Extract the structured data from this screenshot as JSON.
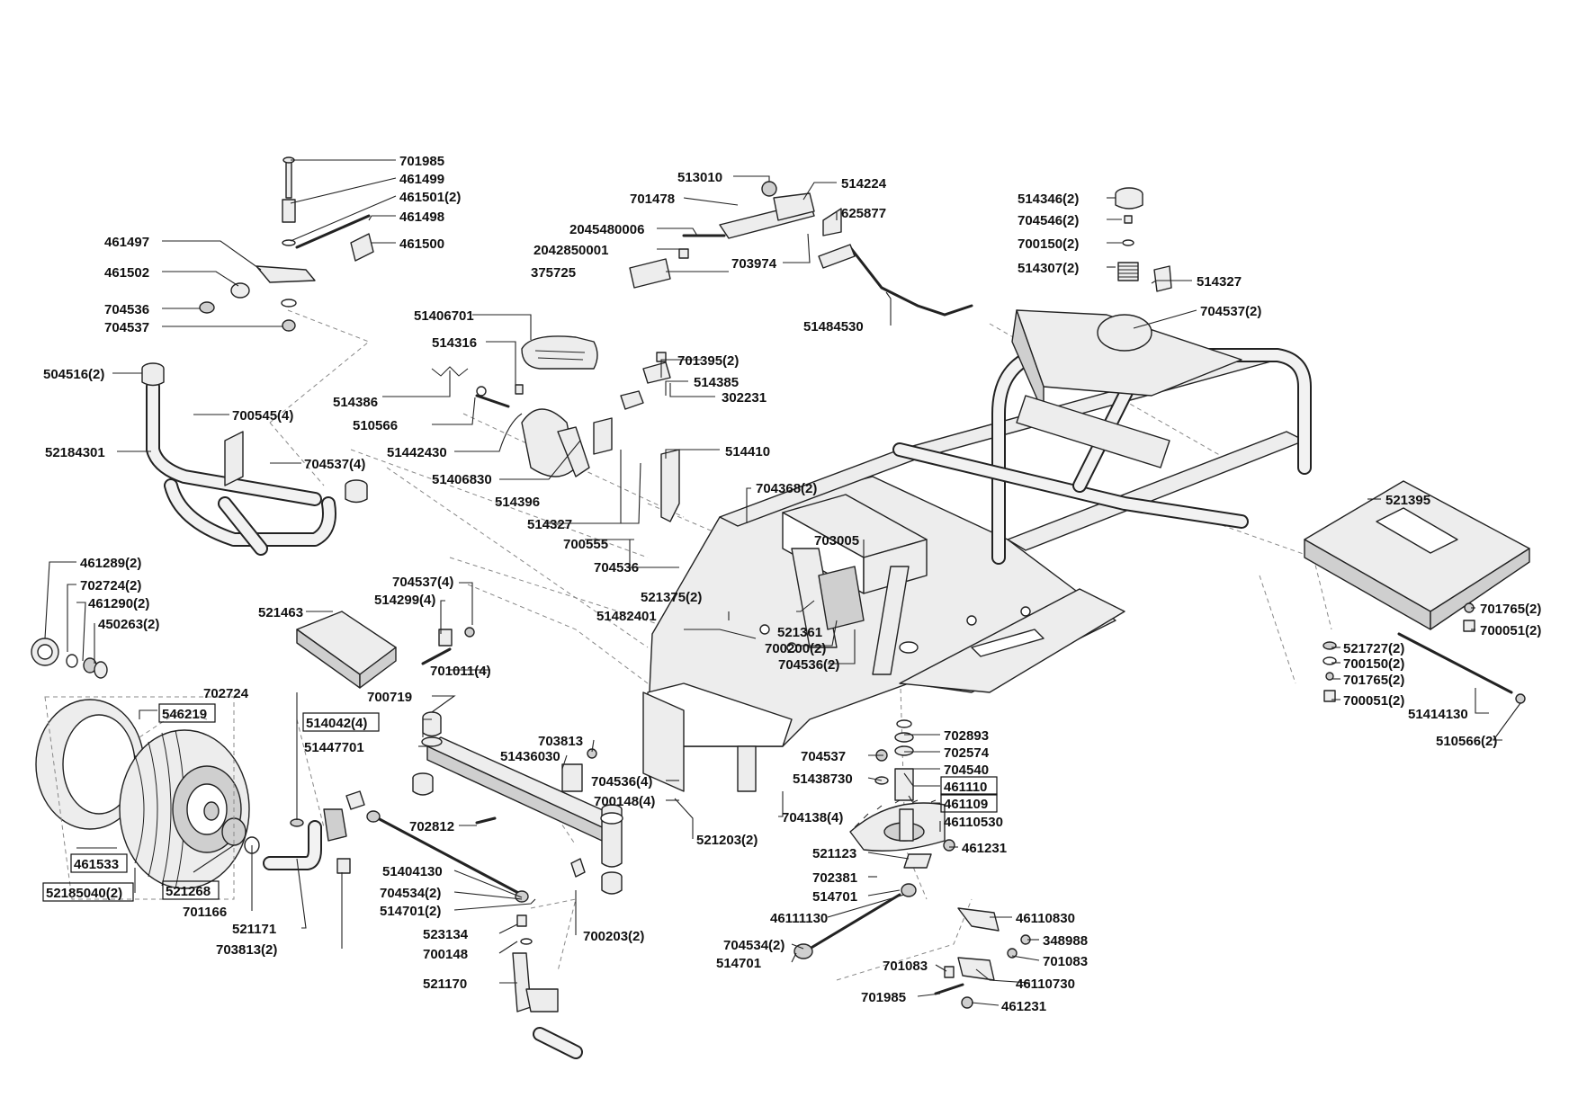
{
  "diagram": {
    "labels": [
      {
        "id": "l01",
        "text": "701985",
        "boxed": false
      },
      {
        "id": "l02",
        "text": "461499",
        "boxed": false
      },
      {
        "id": "l03",
        "text": "461501(2)",
        "boxed": false
      },
      {
        "id": "l04",
        "text": "461498",
        "boxed": false
      },
      {
        "id": "l05",
        "text": "461497",
        "boxed": false
      },
      {
        "id": "l06",
        "text": "461500",
        "boxed": false
      },
      {
        "id": "l07",
        "text": "461502",
        "boxed": false
      },
      {
        "id": "l08",
        "text": "704536",
        "boxed": false
      },
      {
        "id": "l09",
        "text": "704537",
        "boxed": false
      },
      {
        "id": "l10",
        "text": "504516(2)",
        "boxed": false
      },
      {
        "id": "l11",
        "text": "700545(4)",
        "boxed": false
      },
      {
        "id": "l12",
        "text": "52184301",
        "boxed": false
      },
      {
        "id": "l13",
        "text": "704537(4)",
        "boxed": false
      },
      {
        "id": "l14",
        "text": "513010",
        "boxed": false
      },
      {
        "id": "l15",
        "text": "514224",
        "boxed": false
      },
      {
        "id": "l16",
        "text": "701478",
        "boxed": false
      },
      {
        "id": "l17",
        "text": "625877",
        "boxed": false
      },
      {
        "id": "l18",
        "text": "2045480006",
        "boxed": false
      },
      {
        "id": "l19",
        "text": "2042850001",
        "boxed": false
      },
      {
        "id": "l20",
        "text": "703974",
        "boxed": false
      },
      {
        "id": "l21",
        "text": "375725",
        "boxed": false
      },
      {
        "id": "l22",
        "text": "51484530",
        "boxed": false
      },
      {
        "id": "l23",
        "text": "514346(2)",
        "boxed": false
      },
      {
        "id": "l24",
        "text": "704546(2)",
        "boxed": false
      },
      {
        "id": "l25",
        "text": "700150(2)",
        "boxed": false
      },
      {
        "id": "l26",
        "text": "514307(2)",
        "boxed": false
      },
      {
        "id": "l27",
        "text": "514327",
        "boxed": false
      },
      {
        "id": "l28",
        "text": "704537(2)",
        "boxed": false
      },
      {
        "id": "l29",
        "text": "51406701",
        "boxed": false
      },
      {
        "id": "l30",
        "text": "514316",
        "boxed": false
      },
      {
        "id": "l31",
        "text": "701395(2)",
        "boxed": false
      },
      {
        "id": "l32",
        "text": "514385",
        "boxed": false
      },
      {
        "id": "l33",
        "text": "514386",
        "boxed": false
      },
      {
        "id": "l34",
        "text": "302231",
        "boxed": false
      },
      {
        "id": "l35",
        "text": "510566",
        "boxed": false
      },
      {
        "id": "l36",
        "text": "51442430",
        "boxed": false
      },
      {
        "id": "l37",
        "text": "514410",
        "boxed": false
      },
      {
        "id": "l38",
        "text": "51406830",
        "boxed": false
      },
      {
        "id": "l39",
        "text": "514396",
        "boxed": false
      },
      {
        "id": "l40",
        "text": "704368(2)",
        "boxed": false
      },
      {
        "id": "l41",
        "text": "514327",
        "boxed": false
      },
      {
        "id": "l42",
        "text": "700555",
        "boxed": false
      },
      {
        "id": "l43",
        "text": "704536",
        "boxed": false
      },
      {
        "id": "l44",
        "text": "703005",
        "boxed": false
      },
      {
        "id": "l45",
        "text": "521395",
        "boxed": false
      },
      {
        "id": "l46",
        "text": "461289(2)",
        "boxed": false
      },
      {
        "id": "l47",
        "text": "702724(2)",
        "boxed": false
      },
      {
        "id": "l48",
        "text": "461290(2)",
        "boxed": false
      },
      {
        "id": "l49",
        "text": "450263(2)",
        "boxed": false
      },
      {
        "id": "l50",
        "text": "704537(4)",
        "boxed": false
      },
      {
        "id": "l51",
        "text": "514299(4)",
        "boxed": false
      },
      {
        "id": "l52",
        "text": "521463",
        "boxed": false
      },
      {
        "id": "l53",
        "text": "521375(2)",
        "boxed": false
      },
      {
        "id": "l54",
        "text": "51482401",
        "boxed": false
      },
      {
        "id": "l55",
        "text": "521361",
        "boxed": false
      },
      {
        "id": "l56",
        "text": "700200(2)",
        "boxed": false
      },
      {
        "id": "l57",
        "text": "704536(2)",
        "boxed": false
      },
      {
        "id": "l58",
        "text": "701011(4)",
        "boxed": false
      },
      {
        "id": "l59",
        "text": "701765(2)",
        "boxed": false
      },
      {
        "id": "l60",
        "text": "700051(2)",
        "boxed": false
      },
      {
        "id": "l61",
        "text": "521727(2)",
        "boxed": false
      },
      {
        "id": "l62",
        "text": "700150(2)",
        "boxed": false
      },
      {
        "id": "l63",
        "text": "701765(2)",
        "boxed": false
      },
      {
        "id": "l64",
        "text": "700051(2)",
        "boxed": false
      },
      {
        "id": "l65",
        "text": "51414130",
        "boxed": false
      },
      {
        "id": "l66",
        "text": "510566(2)",
        "boxed": false
      },
      {
        "id": "l67",
        "text": "702724",
        "boxed": false
      },
      {
        "id": "l68",
        "text": "546219",
        "boxed": true
      },
      {
        "id": "l69",
        "text": "700719",
        "boxed": false
      },
      {
        "id": "l70",
        "text": "514042(4)",
        "boxed": true
      },
      {
        "id": "l71",
        "text": "51447701",
        "boxed": false
      },
      {
        "id": "l72",
        "text": "703813",
        "boxed": false
      },
      {
        "id": "l73",
        "text": "51436030",
        "boxed": false
      },
      {
        "id": "l74",
        "text": "702893",
        "boxed": false
      },
      {
        "id": "l75",
        "text": "702574",
        "boxed": false
      },
      {
        "id": "l76",
        "text": "704537",
        "boxed": false
      },
      {
        "id": "l77",
        "text": "704540",
        "boxed": false
      },
      {
        "id": "l78",
        "text": "51438730",
        "boxed": false
      },
      {
        "id": "l79",
        "text": "461110",
        "boxed": true
      },
      {
        "id": "l80",
        "text": "704536(4)",
        "boxed": false
      },
      {
        "id": "l81",
        "text": "461109",
        "boxed": true
      },
      {
        "id": "l82",
        "text": "700148(4)",
        "boxed": false
      },
      {
        "id": "l83",
        "text": "704138(4)",
        "boxed": false
      },
      {
        "id": "l84",
        "text": "46110530",
        "boxed": false
      },
      {
        "id": "l85",
        "text": "702812",
        "boxed": false
      },
      {
        "id": "l86",
        "text": "521203(2)",
        "boxed": false
      },
      {
        "id": "l87",
        "text": "461231",
        "boxed": false
      },
      {
        "id": "l88",
        "text": "521123",
        "boxed": false
      },
      {
        "id": "l89",
        "text": "461533",
        "boxed": true
      },
      {
        "id": "l90",
        "text": "51404130",
        "boxed": false
      },
      {
        "id": "l91",
        "text": "702381",
        "boxed": false
      },
      {
        "id": "l92",
        "text": "52185040(2)",
        "boxed": true
      },
      {
        "id": "l93",
        "text": "521268",
        "boxed": true
      },
      {
        "id": "l94",
        "text": "704534(2)",
        "boxed": false
      },
      {
        "id": "l95",
        "text": "514701",
        "boxed": false
      },
      {
        "id": "l96",
        "text": "514701(2)",
        "boxed": false
      },
      {
        "id": "l97",
        "text": "701166",
        "boxed": false
      },
      {
        "id": "l98",
        "text": "46111130",
        "boxed": false
      },
      {
        "id": "l99",
        "text": "46110830",
        "boxed": false
      },
      {
        "id": "l100",
        "text": "521171",
        "boxed": false
      },
      {
        "id": "l101",
        "text": "523134",
        "boxed": false
      },
      {
        "id": "l102",
        "text": "700203(2)",
        "boxed": false
      },
      {
        "id": "l103",
        "text": "703813(2)",
        "boxed": false
      },
      {
        "id": "l104",
        "text": "700148",
        "boxed": false
      },
      {
        "id": "l105",
        "text": "704534(2)",
        "boxed": false
      },
      {
        "id": "l106",
        "text": "348988",
        "boxed": false
      },
      {
        "id": "l107",
        "text": "514701",
        "boxed": false
      },
      {
        "id": "l108",
        "text": "701083",
        "boxed": false
      },
      {
        "id": "l109",
        "text": "701083",
        "boxed": false
      },
      {
        "id": "l110",
        "text": "521170",
        "boxed": false
      },
      {
        "id": "l111",
        "text": "46110730",
        "boxed": false
      },
      {
        "id": "l112",
        "text": "701985",
        "boxed": false
      },
      {
        "id": "l113",
        "text": "461231",
        "boxed": false
      }
    ]
  }
}
